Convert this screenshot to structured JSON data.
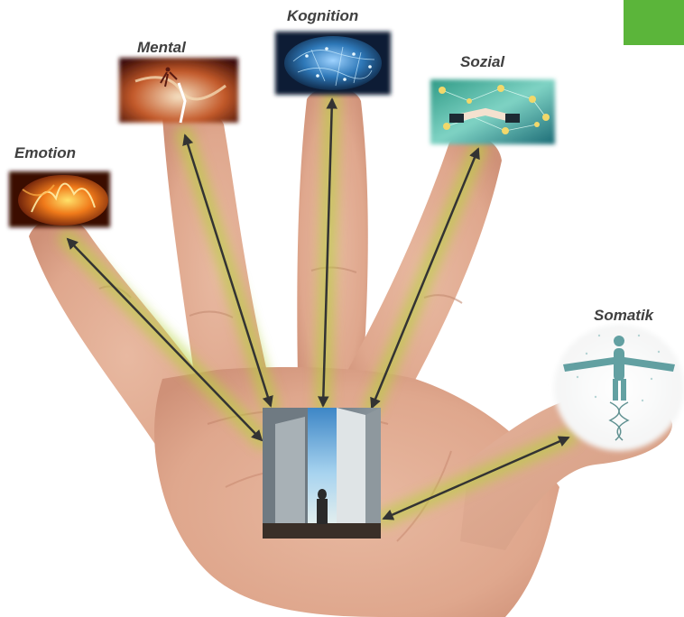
{
  "labels": {
    "kognition": "Kognition",
    "mental": "Mental",
    "sozial": "Sozial",
    "emotion": "Emotion",
    "somatik": "Somatik"
  },
  "colors": {
    "label_text": "#404040",
    "accent_green": "#5bb53a",
    "arrow": "#333333",
    "glow": "#b5d33a",
    "skin": "#e0ab92",
    "skin_shadow": "#c88970"
  },
  "icons": {
    "center": "person-at-open-door-image",
    "kognition": "brain-network-image",
    "mental": "cracked-earth-runner-image",
    "sozial": "handshake-network-image",
    "emotion": "fire-flame-image",
    "somatik": "dna-human-body-image"
  }
}
